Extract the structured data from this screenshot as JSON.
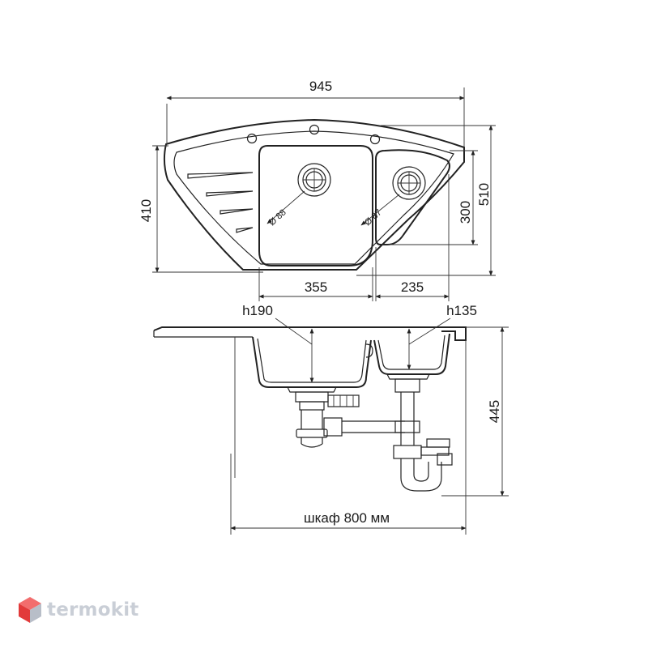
{
  "top_view": {
    "width_overall": "945",
    "height_left": "410",
    "height_right": "510",
    "bowl2_height": "300",
    "bowl1_width": "355",
    "bowl2_width": "235",
    "drain1_diameter": "Ø 88",
    "drain2_diameter": "Ø 87"
  },
  "side_view": {
    "bowl1_depth": "h190",
    "bowl2_depth": "h135",
    "total_height": "445",
    "cabinet_label": "шкаф 800 мм"
  },
  "logo": {
    "text": "termokit",
    "colors": {
      "top": "#f26d6d",
      "left": "#e23a3a",
      "right": "#b8bec8"
    }
  }
}
